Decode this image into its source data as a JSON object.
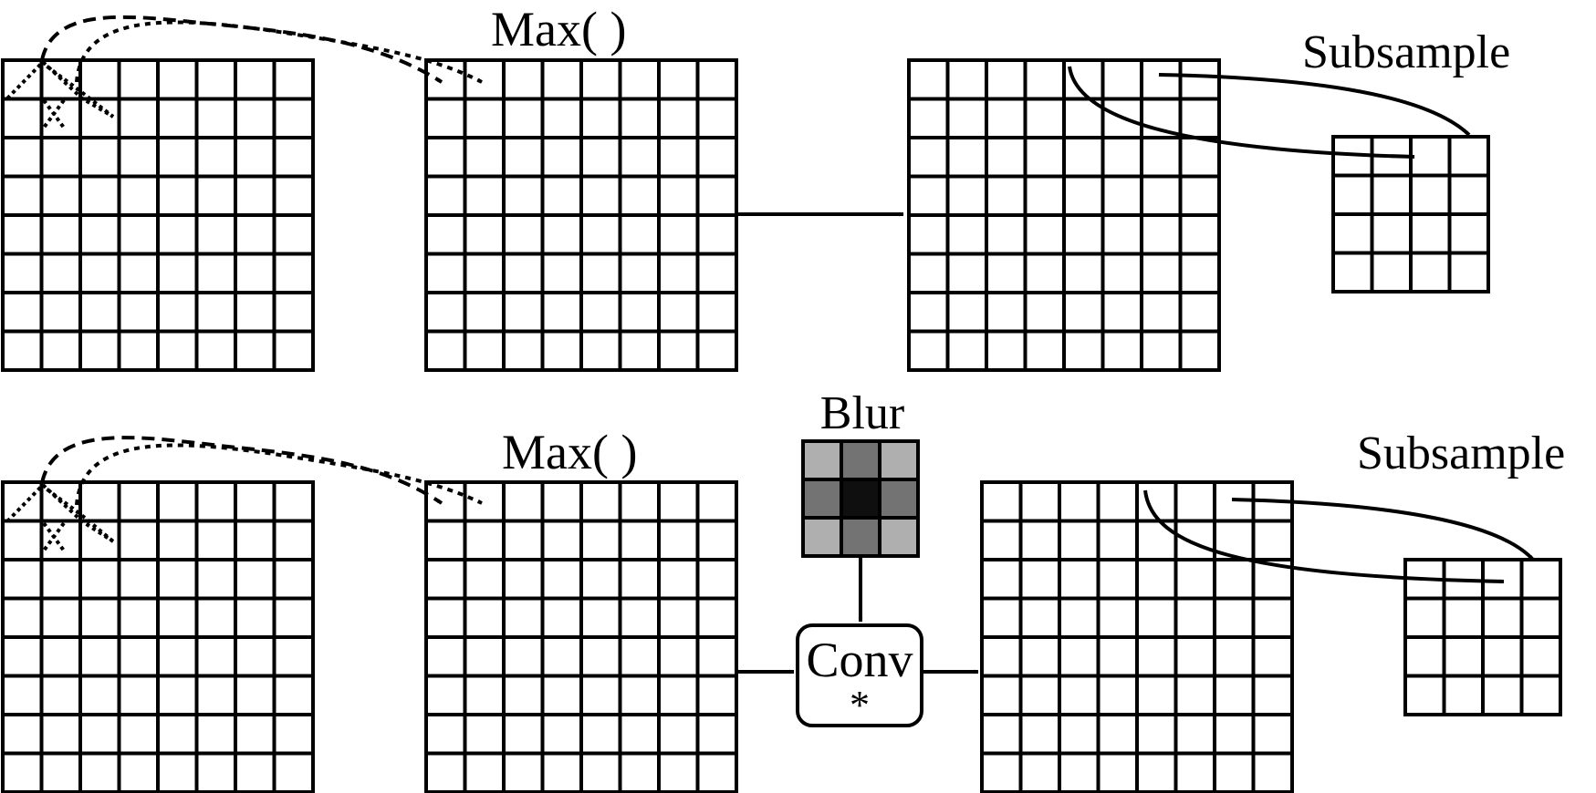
{
  "rows": [
    {
      "name": "maxpool-row",
      "max_label": "Max( )",
      "subsample_label": "Subsample"
    },
    {
      "name": "blurpool-row",
      "max_label": "Max( )",
      "subsample_label": "Subsample",
      "blur_label": "Blur",
      "conv_label": "Conv",
      "conv_symbol": "*"
    }
  ],
  "grid": {
    "large_size": 8,
    "small_size": 4
  },
  "blur_kernel": [
    [
      0.2,
      0.5,
      0.2
    ],
    [
      0.5,
      1.0,
      0.5
    ],
    [
      0.2,
      0.5,
      0.2
    ]
  ],
  "colors": {
    "stroke": "#000000",
    "background": "#ffffff"
  }
}
